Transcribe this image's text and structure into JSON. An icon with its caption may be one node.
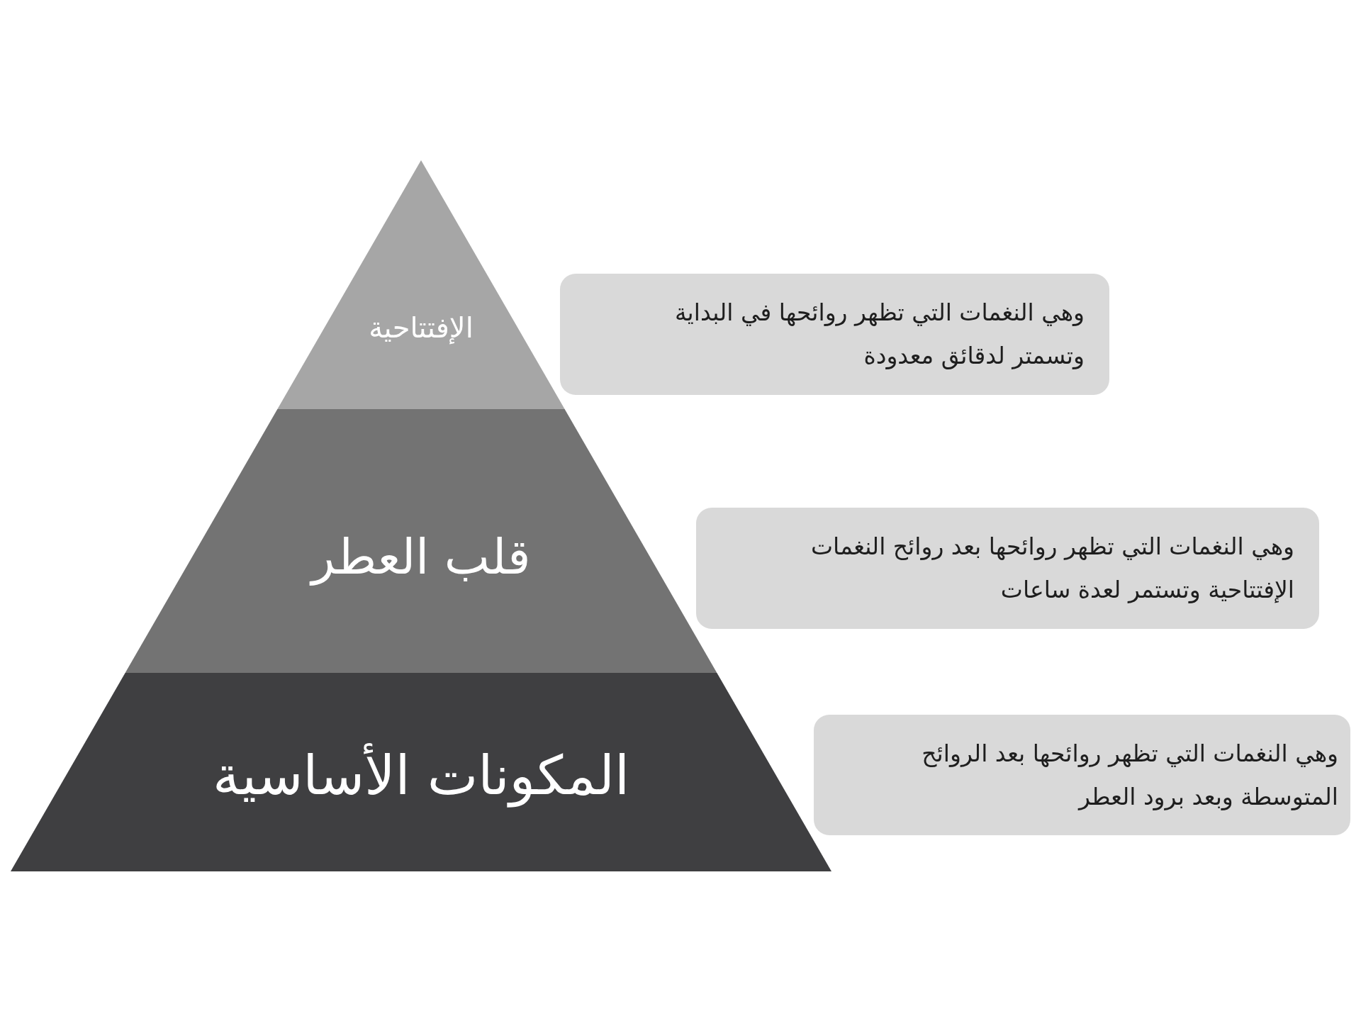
{
  "diagram": {
    "nodes": [
      {
        "text": [
          "الإفتتاحية"
        ]
      },
      {
        "text": [
          "قلب العطر"
        ]
      },
      {
        "text": [
          "المكونات الأساسية"
        ]
      },
      {
        "text": [
          "وهي النغمات التي تظهر روائحها في البداية وتسمتر لدقائق معدودة"
        ]
      },
      {
        "text": [
          "وهي النغمات التي تظهر روائحها بعد روائح النغمات الإفتتاحية وتستمر لعدة ساعات"
        ]
      },
      {
        "text": [
          "وهي النغمات التي تظهر روائحها بعد الروائح المتوسطة وبعد برود العطر"
        ]
      }
    ]
  }
}
